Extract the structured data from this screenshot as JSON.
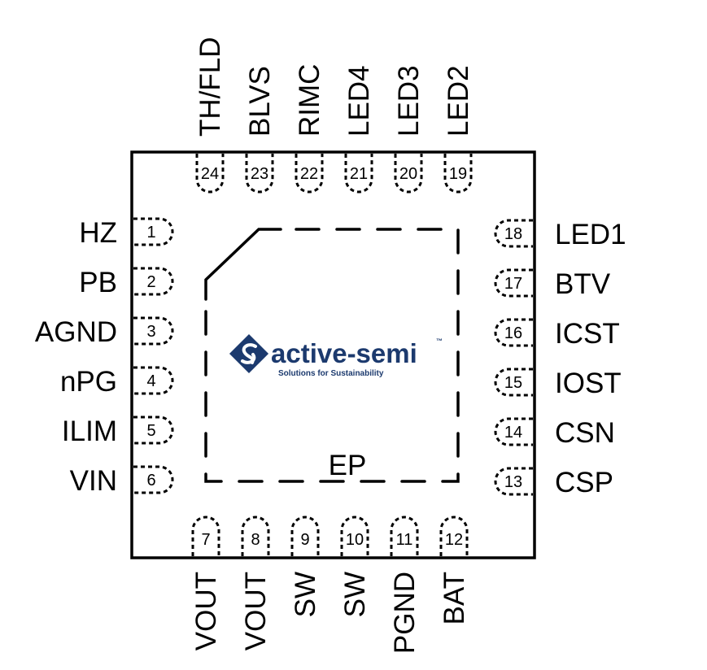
{
  "package": {
    "exposed_pad_label": "EP",
    "colors": {
      "outline": "#000000",
      "logo": "#1c3a6e"
    }
  },
  "logo": {
    "name": "active-semi",
    "trademark": "™",
    "tagline": "Solutions for Sustainability"
  },
  "pins": {
    "left": [
      {
        "num": "1",
        "name": "HZ"
      },
      {
        "num": "2",
        "name": "PB"
      },
      {
        "num": "3",
        "name": "AGND"
      },
      {
        "num": "4",
        "name": "nPG"
      },
      {
        "num": "5",
        "name": "ILIM"
      },
      {
        "num": "6",
        "name": "VIN"
      }
    ],
    "bottom": [
      {
        "num": "7",
        "name": "VOUT"
      },
      {
        "num": "8",
        "name": "VOUT"
      },
      {
        "num": "9",
        "name": "SW"
      },
      {
        "num": "10",
        "name": "SW"
      },
      {
        "num": "11",
        "name": "PGND"
      },
      {
        "num": "12",
        "name": "BAT"
      }
    ],
    "right": [
      {
        "num": "13",
        "name": "CSP"
      },
      {
        "num": "14",
        "name": "CSN"
      },
      {
        "num": "15",
        "name": "IOST"
      },
      {
        "num": "16",
        "name": "ICST"
      },
      {
        "num": "17",
        "name": "BTV"
      },
      {
        "num": "18",
        "name": "LED1"
      }
    ],
    "top": [
      {
        "num": "19",
        "name": "LED2"
      },
      {
        "num": "20",
        "name": "LED3"
      },
      {
        "num": "21",
        "name": "LED4"
      },
      {
        "num": "22",
        "name": "RIMC"
      },
      {
        "num": "23",
        "name": "BLVS"
      },
      {
        "num": "24",
        "name": "TH/FLD"
      }
    ]
  }
}
